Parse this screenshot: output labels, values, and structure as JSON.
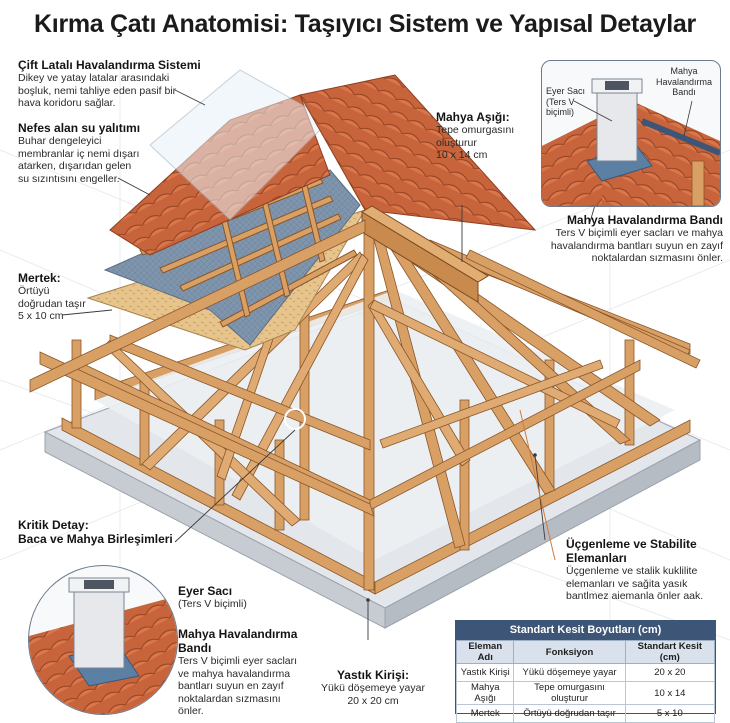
{
  "title": "Kırma Çatı Anatomisi: Taşıyıcı Sistem ve Yapısal Detaylar",
  "labels": {
    "vent": {
      "title": "Çift Latalı Havalandırma Sistemi",
      "body": [
        "Dikey ve yatay latalar arasındaki",
        "boşluk, nemi tahliye eden pasif bir",
        "hava koridoru sağlar."
      ]
    },
    "membrane": {
      "title": "Nefes alan su yalıtımı",
      "body": [
        "Buhar dengeleyici",
        "membranlar iç nemi dışarı",
        "atarken, dışarıdan gelen",
        "su sızıntısını engeller."
      ]
    },
    "rafter": {
      "title": "Mertek:",
      "body": [
        "Örtüyü",
        "doğrudan taşır",
        "5 x 10 cm"
      ]
    },
    "ridge": {
      "title": "Mahya Aşığı:",
      "body": [
        "Tepe omurgasını",
        "oluşturur",
        "10 x 14 cm"
      ]
    },
    "critical": {
      "title": "Kritik Detay:",
      "body": [
        "Baca ve Mahya Birleşimleri"
      ]
    },
    "flash": {
      "title": "Eyer Sacı",
      "body": [
        "(Ters V biçimli)"
      ]
    },
    "ridgevent": {
      "title": "Mahya Havalandırma",
      "title2": "Bandı",
      "body": [
        "Ters V biçimli eyer sacları",
        "ve mahya havalandırma",
        "bantları suyun en zayıf",
        "noktalardan sızmasını",
        "önler."
      ]
    },
    "insetband": {
      "title": "Mahya Havalandırma Bandı",
      "body": [
        "Ters V biçimli eyer sacları ve mahya",
        "havalandırma bantları suyun en zayıf",
        "noktalardan sızmasını önler."
      ]
    },
    "stability": {
      "title": "Üçgenleme ve Stabilite",
      "title2": "Elemanları",
      "body": [
        "Üçgenleme ve stalik kuklilite",
        "elemanları ve sağita yasık",
        "bantlmez aiemanla önler aak."
      ]
    },
    "beam": {
      "title": "Yastık Kirişi:",
      "body": [
        "Yükü döşemeye yayar",
        "20 x 20 cm"
      ]
    }
  },
  "inset": {
    "eyer": [
      "Eyer Sacı",
      "(Ters V",
      "biçimli)"
    ],
    "mahya": [
      "Mahya",
      "Havalandırma",
      "Bandı"
    ]
  },
  "table": {
    "title": "Standart Kesit Boyutları (cm)",
    "headers": [
      "Eleman Adı",
      "Fonksiyon",
      "Standart Kesit (cm)"
    ],
    "rows": [
      [
        "Yastık Kirişi",
        "Yükü döşemeye yayar",
        "20 x 20"
      ],
      [
        "Mahya Aşığı",
        "Tepe omurgasını oluşturur",
        "10 x 14"
      ],
      [
        "Mertek",
        "Örtüyü doğrudan taşır",
        "5 x 10"
      ]
    ]
  },
  "colors": {
    "wood": "#d9a066",
    "wood_dark": "#a86a34",
    "tile": "#c8643c",
    "membrane": "#7f95ad",
    "osb": "#e6c48c",
    "slab": "#dcdfe3",
    "accent": "#3d5576"
  }
}
